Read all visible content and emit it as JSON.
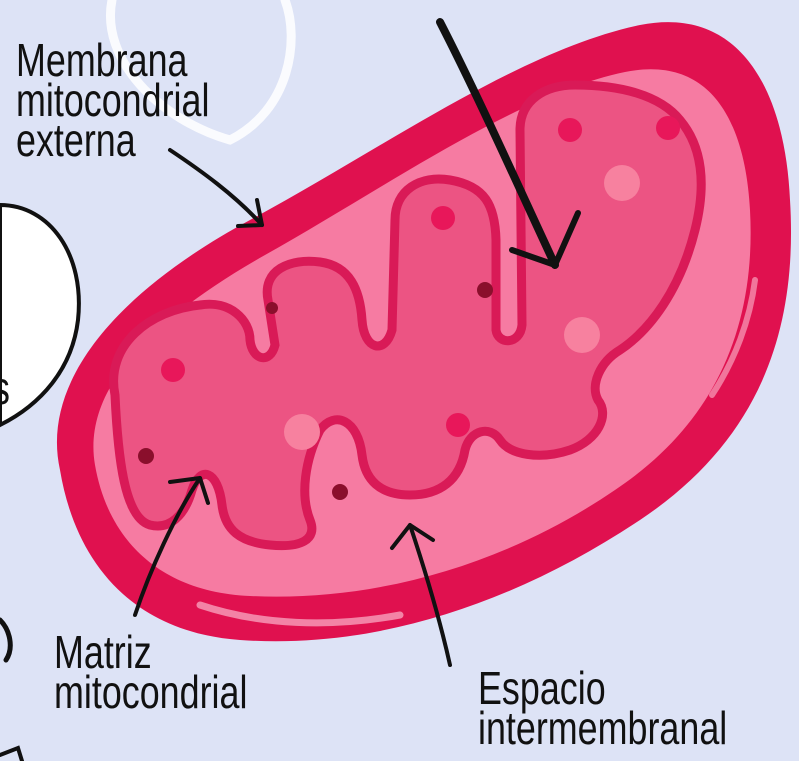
{
  "colors": {
    "background": "#dde3f6",
    "outer_membrane": "#e0114f",
    "intermembrane_space": "#f67ba2",
    "inner_membrane": "#d91a57",
    "matrix": "#ec5483",
    "dot_pink": "#e8175a",
    "dot_dark": "#8a0f2c",
    "dot_light": "#f7819f",
    "arrow": "#111111"
  },
  "labels": {
    "outer_membrane": [
      "Membrana",
      "mitocondrial",
      "externa"
    ],
    "matrix": [
      "Matriz",
      "mitocondrial"
    ],
    "intermembrane_space": [
      "Espacio",
      "intermembranal"
    ],
    "partial_left": "s"
  },
  "icons": [
    "mitochondrion-illustration",
    "arrow-icon"
  ]
}
